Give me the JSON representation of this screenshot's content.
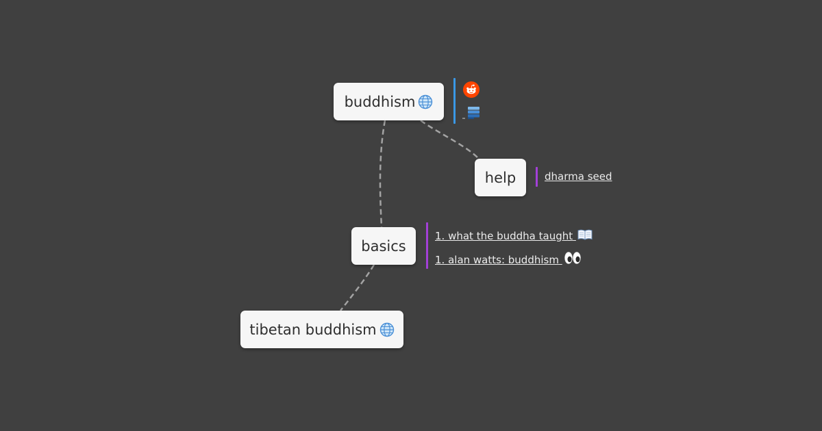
{
  "colors": {
    "background": "#404040",
    "node_fill": "#f6f6f6",
    "node_text": "#2e2e2e",
    "edge": "#a3a3a3",
    "bar_blue": "#3a98e6",
    "bar_purple": "#a340d8",
    "link_text": "#ececec",
    "reddit": "#ff4500"
  },
  "nodes": {
    "buddhism": {
      "label": "buddhism",
      "icon": "globe-icon"
    },
    "help": {
      "label": "help"
    },
    "basics": {
      "label": "basics"
    },
    "tibetan": {
      "label": "tibetan buddhism",
      "icon": "globe-icon"
    }
  },
  "buddhism_links": [
    {
      "icon": "reddit-icon"
    },
    {
      "icon": "stack-icon"
    }
  ],
  "help_links": [
    {
      "label": "dharma seed"
    }
  ],
  "basics_links": [
    {
      "label": "1. what the buddha taught",
      "icon": "open-book-icon"
    },
    {
      "label": "1. alan watts: buddhism",
      "icon": "eyes-icon"
    }
  ]
}
